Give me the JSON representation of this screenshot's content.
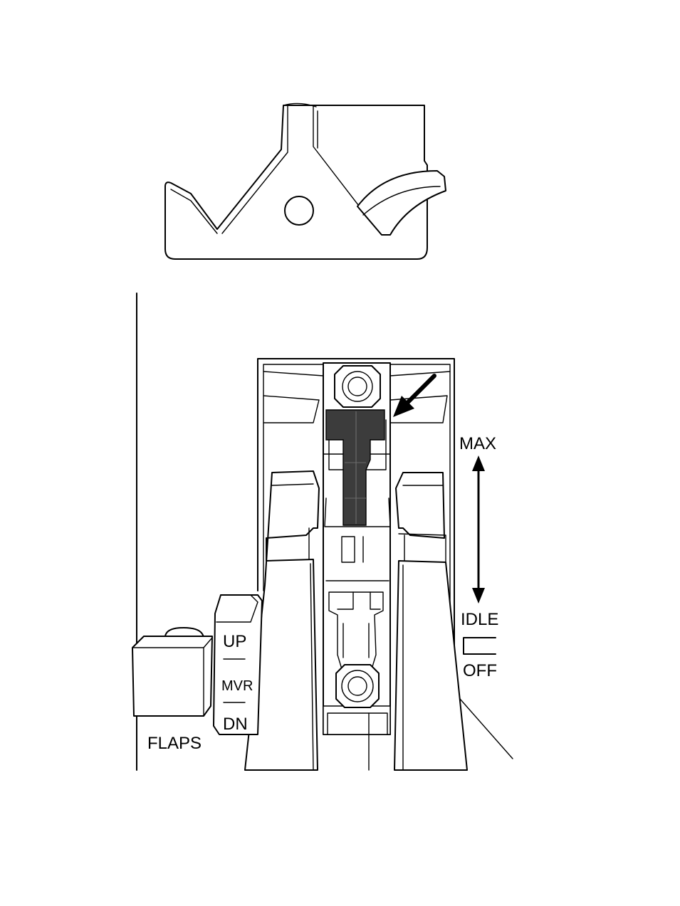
{
  "labels": {
    "max": "MAX",
    "idle": "IDLE",
    "off": "OFF",
    "flaps": "FLAPS",
    "flap_up": "UP",
    "flap_mvr": "MVR",
    "flap_dn": "DN"
  },
  "colors": {
    "line": "#000000",
    "background": "#ffffff",
    "highlight": "#3c3c3c"
  },
  "icons": {
    "indicator_arrow": "arrow-down-left-icon",
    "range_arrow": "double-arrow-vertical-icon"
  }
}
